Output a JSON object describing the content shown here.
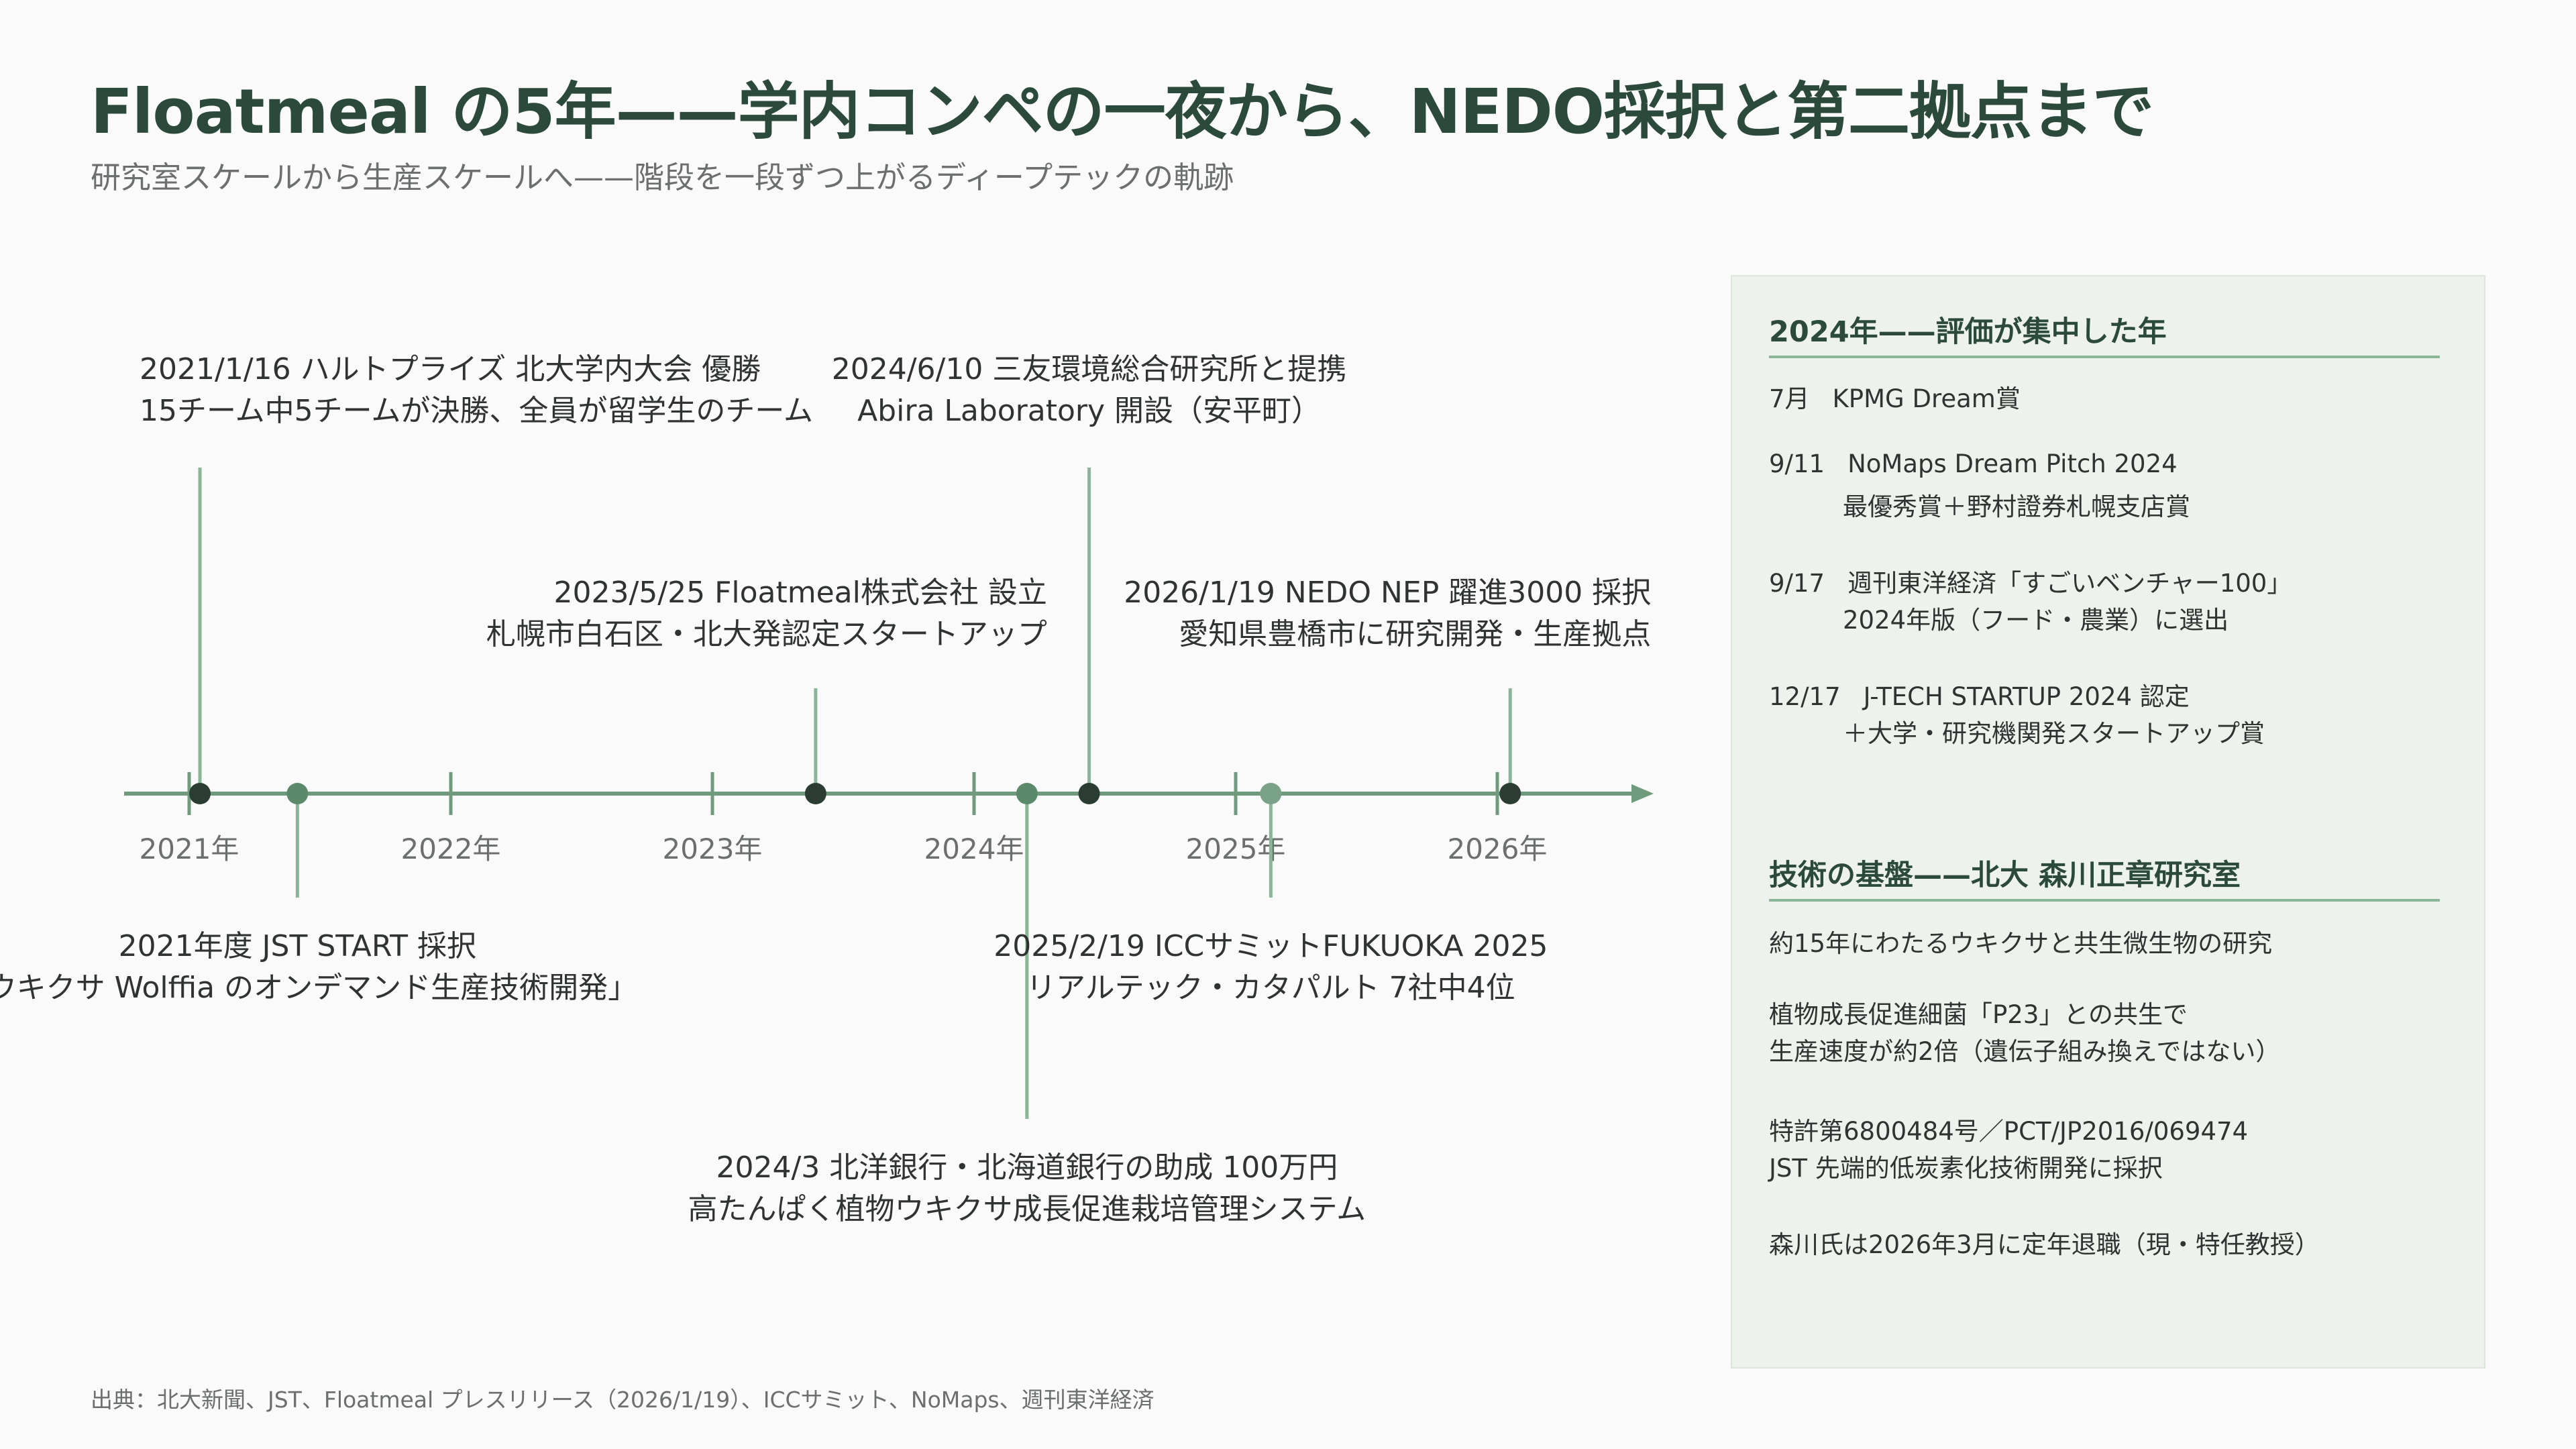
{
  "header": {
    "title": "Floatmeal の5年——学内コンペの一夜から、NEDO採択と第二拠点まで",
    "subtitle": "研究室スケールから生産スケールへ——階段を一段ずつ上がるディープテックの軌跡"
  },
  "colors": {
    "axis": "#6f9a7c",
    "stem": "#8ab596",
    "dot_primary": "#2b3d33",
    "dot_secondary": "#5a8a6a",
    "dot_light": "#7aa288",
    "text": "#2f3331",
    "year_text": "#6b6f6d"
  },
  "timeline": {
    "years": [
      "2021年",
      "2022年",
      "2023年",
      "2024年",
      "2025年",
      "2026年"
    ],
    "events": [
      {
        "id": "hult",
        "date": "2021-01-16",
        "side": "above",
        "tier": 1,
        "anchor": "start",
        "dot": "primary",
        "line1": "2021/1/16  ハルトプライズ 北大学内大会 優勝",
        "line2": "15チーム中5チームが決勝、全員が留学生のチーム"
      },
      {
        "id": "jst",
        "date": "2021-06-01",
        "side": "below",
        "tier": 1,
        "anchor": "middle",
        "dot": "secondary",
        "line1": "2021年度  JST START 採択",
        "line2": "「ウキクサ Wolffia のオンデマンド生産技術開発」"
      },
      {
        "id": "founded",
        "date": "2023-05-25",
        "side": "above",
        "tier": 2,
        "anchor": "end",
        "dot": "primary",
        "line1": "2023/5/25  Floatmeal株式会社 設立",
        "line2": "札幌市白石区・北大発認定スタートアップ"
      },
      {
        "id": "grant",
        "date": "2024-03-15",
        "side": "below",
        "tier": 2,
        "anchor": "middle",
        "dot": "secondary",
        "line1": "2024/3  北洋銀行・北海道銀行の助成 100万円",
        "line2": "高たんぱく植物ウキクサ成長促進栽培管理システム"
      },
      {
        "id": "abira",
        "date": "2024-06-10",
        "side": "above",
        "tier": 1,
        "anchor": "middle",
        "dot": "primary",
        "line1": "2024/6/10  三友環境総合研究所と提携",
        "line2": "Abira Laboratory 開設（安平町）"
      },
      {
        "id": "icc",
        "date": "2025-02-19",
        "side": "below",
        "tier": 1,
        "anchor": "middle",
        "dot": "light",
        "line1": "2025/2/19  ICCサミットFUKUOKA 2025",
        "line2": "リアルテック・カタパルト 7社中4位"
      },
      {
        "id": "nedo",
        "date": "2026-01-19",
        "side": "above",
        "tier": 2,
        "anchor": "end",
        "dot": "primary",
        "line1": "2026/1/19  NEDO NEP 躍進3000 採択",
        "line2": "愛知県豊橋市に研究開発・生産拠点"
      }
    ]
  },
  "panel": {
    "section1": {
      "heading": "2024年——評価が集中した年",
      "items": [
        {
          "date": "7月",
          "lines": [
            "KPMG Dream賞"
          ]
        },
        {
          "date": "9/11",
          "lines": [
            "NoMaps Dream Pitch 2024",
            "最優秀賞＋野村證券札幌支店賞"
          ]
        },
        {
          "date": "9/17",
          "lines": [
            "週刊東洋経済「すごいベンチャー100」",
            "2024年版（フード・農業）に選出"
          ]
        },
        {
          "date": "12/17",
          "lines": [
            "J-TECH STARTUP 2024 認定",
            "＋大学・研究機関発スタートアップ賞"
          ]
        }
      ]
    },
    "section2": {
      "heading": "技術の基盤——北大 森川正章研究室",
      "lines": [
        "約15年にわたるウキクサと共生微生物の研究",
        "植物成長促進細菌「P23」との共生で",
        "生産速度が約2倍（遺伝子組み換えではない）",
        "特許第6800484号／PCT/JP2016/069474",
        "JST 先端的低炭素化技術開発に採択",
        "森川氏は2026年3月に定年退職（現・特任教授）"
      ]
    }
  },
  "footer": {
    "source": "出典：北大新聞、JST、Floatmeal プレスリリース（2026/1/19）、ICCサミット、NoMaps、週刊東洋経済"
  }
}
